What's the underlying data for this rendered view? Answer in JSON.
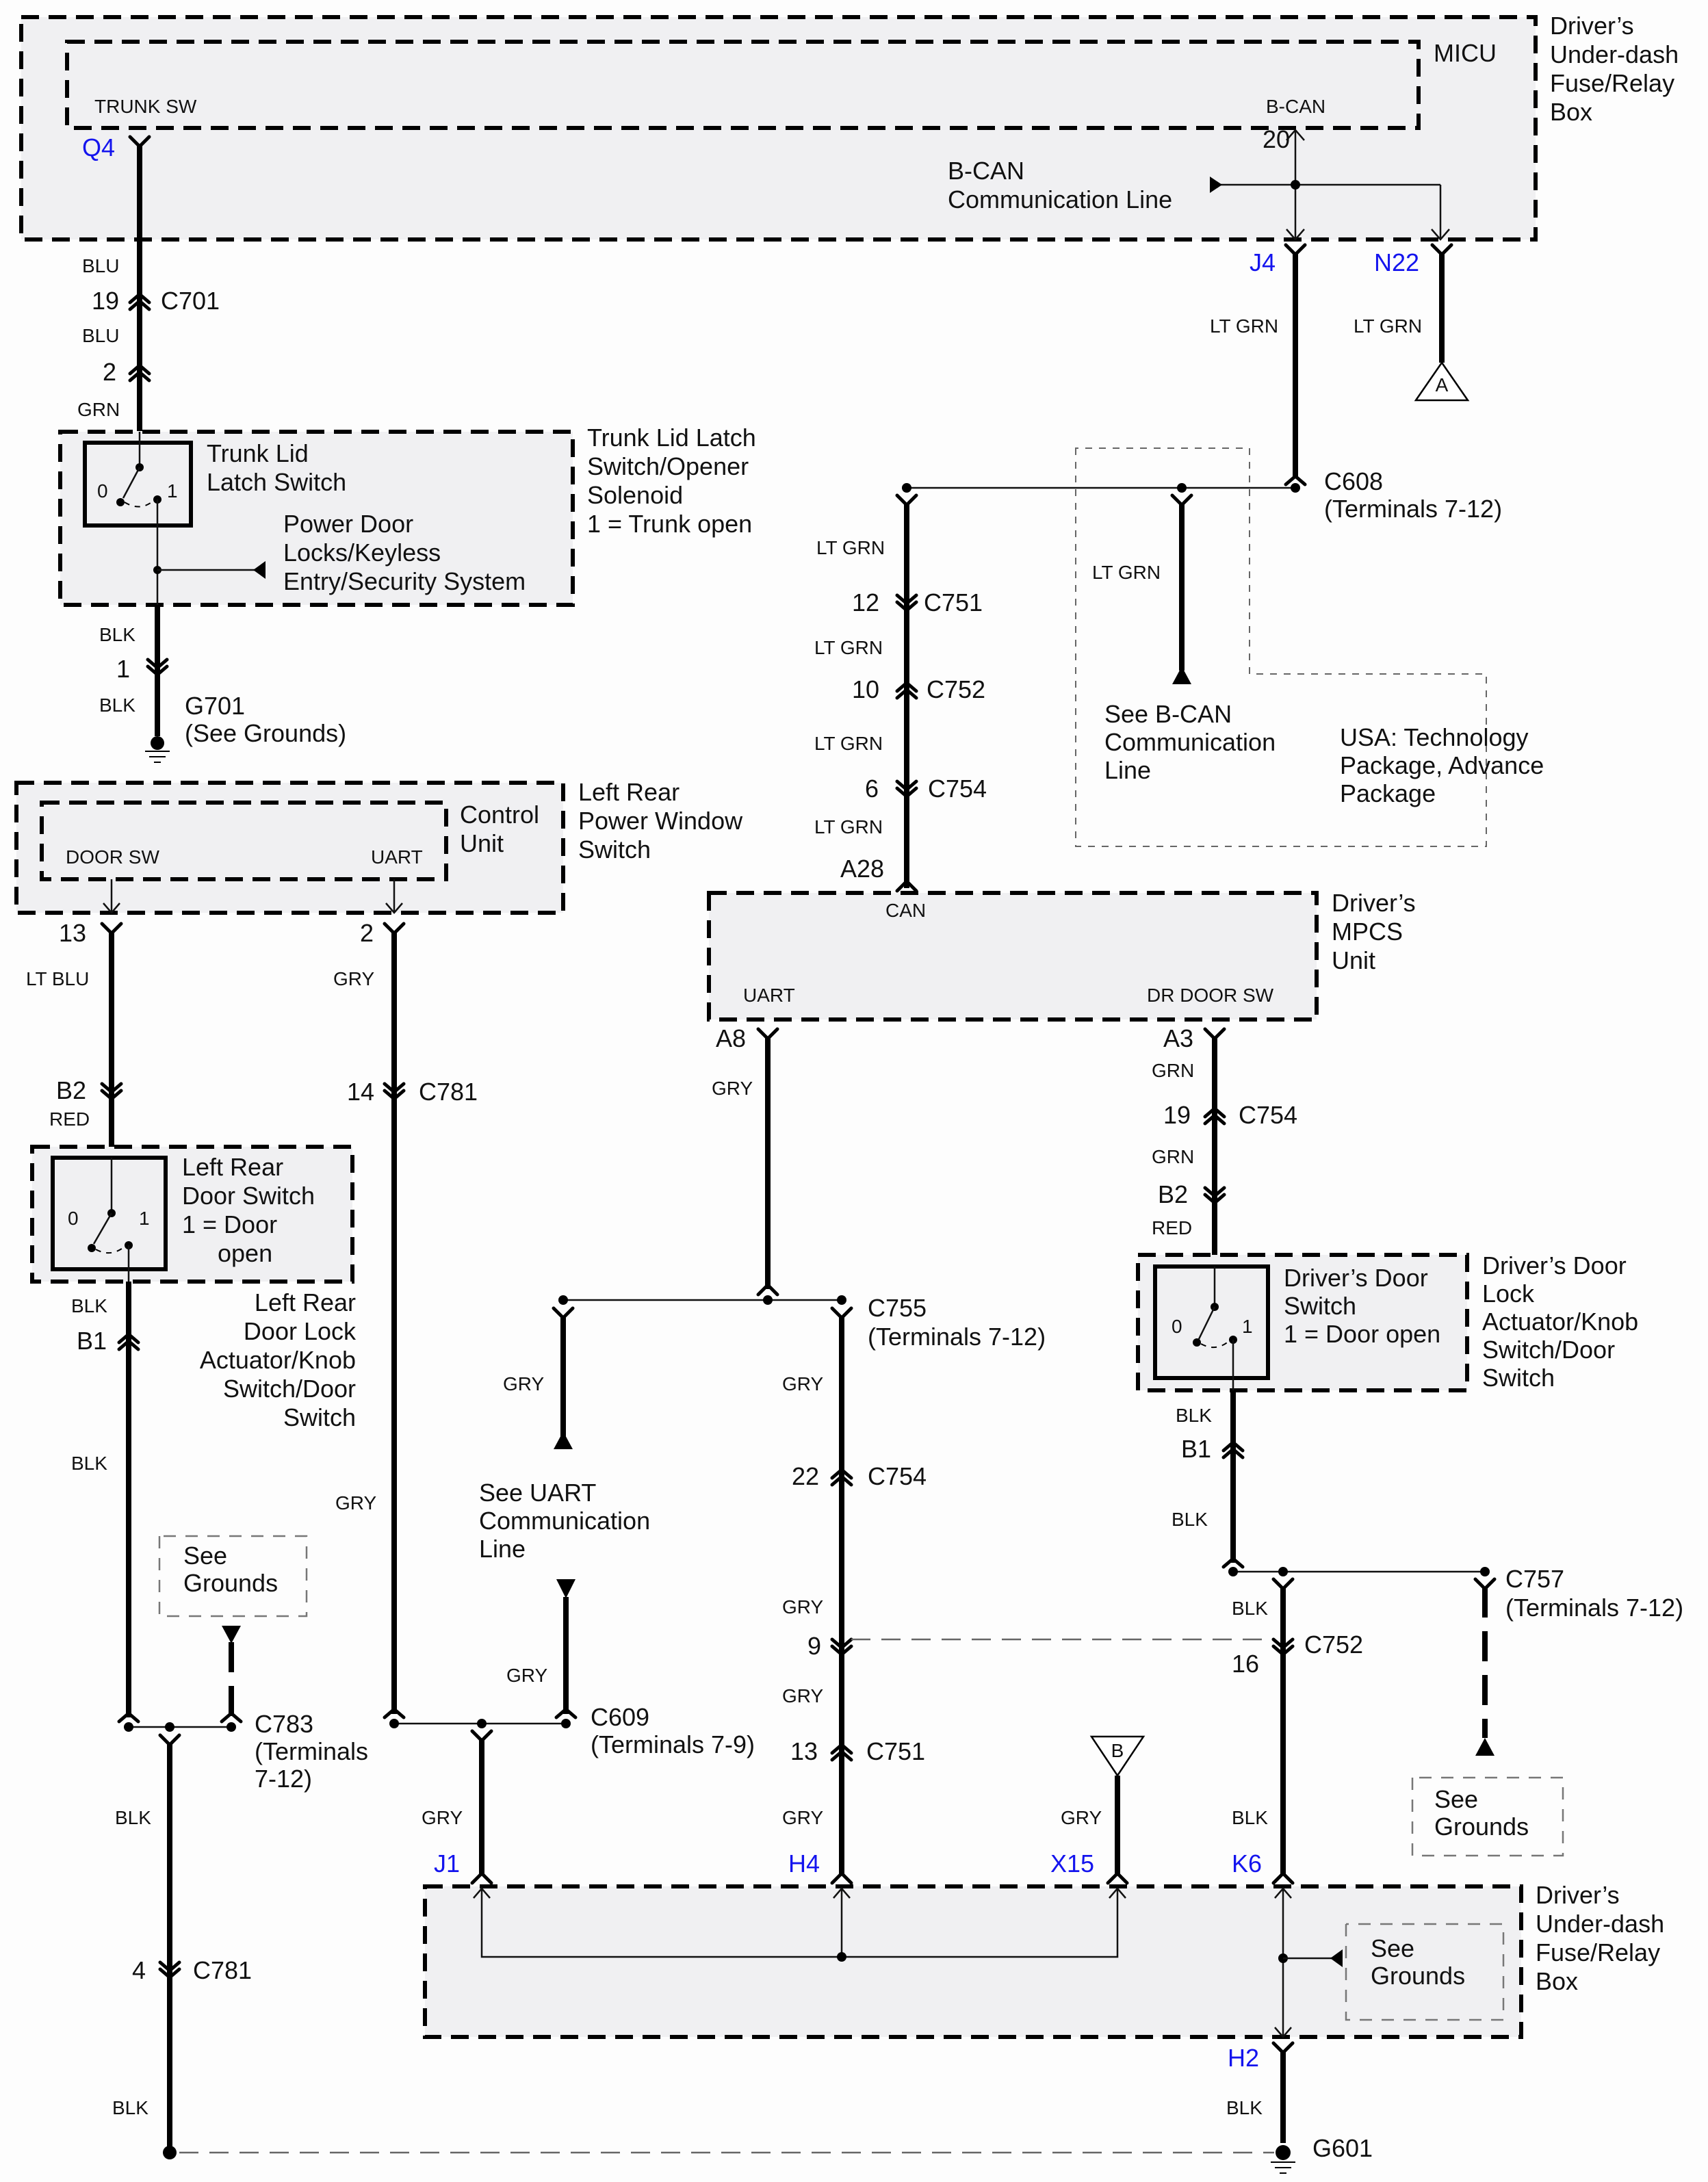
{
  "diagram": {
    "components": {
      "fuse_box_top": {
        "lines": [
          "Driver’s",
          "Under-dash",
          "Fuse/Relay",
          "Box"
        ]
      },
      "micu": {
        "label": "MICU",
        "pins": {
          "trunk_sw": "TRUNK SW",
          "bcan": "B-CAN"
        }
      },
      "bcan_line": {
        "lines": [
          "B-CAN",
          "Communication Line"
        ],
        "pin_number": "20"
      },
      "trunk_lid_assembly": {
        "lines": [
          "Trunk Lid Latch",
          "Switch/Opener",
          "Solenoid",
          "1 = Trunk open"
        ]
      },
      "trunk_lid_switch": {
        "lines": [
          "Trunk Lid",
          "Latch Switch"
        ],
        "pos0": "0",
        "pos1": "1"
      },
      "power_door_locks": {
        "lines": [
          "Power Door",
          "Locks/Keyless",
          "Entry/Security System"
        ]
      },
      "g701": {
        "name": "G701",
        "note": "(See Grounds)"
      },
      "lr_power_window_switch": {
        "lines": [
          "Left Rear",
          "Power Window",
          "Switch"
        ],
        "inner_label": [
          "Control",
          "Unit"
        ],
        "pins": {
          "door_sw": "DOOR SW",
          "uart": "UART"
        }
      },
      "lr_door_switch": {
        "lines": [
          "Left Rear",
          "Door Switch",
          "1 = Door",
          "open"
        ],
        "pos0": "0",
        "pos1": "1"
      },
      "lr_door_lock_actuator": {
        "lines": [
          "Left Rear",
          "Door Lock",
          "Actuator/Knob",
          "Switch/Door",
          "Switch"
        ]
      },
      "mpcs": {
        "lines": [
          "Driver’s",
          "MPCS",
          "Unit"
        ],
        "pins": {
          "can": "CAN",
          "uart": "UART",
          "dr_door_sw": "DR DOOR SW"
        }
      },
      "drivers_door_switch": {
        "lines": [
          "Driver’s Door",
          "Switch",
          "1 = Door open"
        ],
        "pos0": "0",
        "pos1": "1"
      },
      "drivers_door_lock_actuator": {
        "lines": [
          "Driver’s Door",
          "Lock",
          "Actuator/Knob",
          "Switch/Door",
          "Switch"
        ]
      },
      "see_bcan": {
        "lines": [
          "See B-CAN",
          "Communication",
          "Line"
        ]
      },
      "usa_option": {
        "lines": [
          "USA: Technology",
          "Package, Advance",
          "Package"
        ]
      },
      "see_uart": {
        "lines": [
          "See UART",
          "Communication",
          "Line"
        ]
      },
      "see_grounds": {
        "lines": [
          "See",
          "Grounds"
        ]
      },
      "fuse_box_bottom": {
        "lines": [
          "Driver’s",
          "Under-dash",
          "Fuse/Relay",
          "Box"
        ]
      },
      "g601": {
        "name": "G601"
      }
    },
    "terminals": {
      "q4": "Q4",
      "j4": "J4",
      "n22": "N22",
      "j1": "J1",
      "h4": "H4",
      "x15": "X15",
      "k6": "K6",
      "h2": "H2",
      "a28": "A28",
      "a8": "A8",
      "a3": "A3"
    },
    "connectors": {
      "c701": "C701",
      "c608": "C608",
      "c608_note": "(Terminals 7-12)",
      "c751": "C751",
      "c752": "C752",
      "c754": "C754",
      "c755": "C755",
      "c755_note": "(Terminals 7-12)",
      "c757": "C757",
      "c757_note": "(Terminals 7-12)",
      "c781": "C781",
      "c783": "C783",
      "c783_note": [
        "(Terminals",
        "7-12)"
      ],
      "c609": "C609",
      "c609_note": "(Terminals 7-9)"
    },
    "pins": {
      "c701_19": "19",
      "c701_2": "2",
      "trunk_1": "1",
      "lr_13": "13",
      "lr_2": "2",
      "lr_b2": "B2",
      "lr_b1": "B1",
      "c781_14": "14",
      "c781_4": "4",
      "c751_12": "12",
      "c752_10": "10",
      "c754_6": "6",
      "c754_19": "19",
      "dr_b2": "B2",
      "dr_b1": "B1",
      "c754_22": "22",
      "c_9": "9",
      "c751_13": "13",
      "c752_16": "16"
    },
    "wire_colors": {
      "blu": "BLU",
      "grn": "GRN",
      "blk": "BLK",
      "lt_grn": "LT GRN",
      "lt_blu": "LT BLU",
      "red": "RED",
      "gry": "GRY"
    },
    "connector_refs": {
      "a": "A",
      "b": "B"
    },
    "colors": {
      "terminal_blue": "#1414ee",
      "box_fill": "#f0f0f2",
      "wire": "#000000"
    }
  }
}
